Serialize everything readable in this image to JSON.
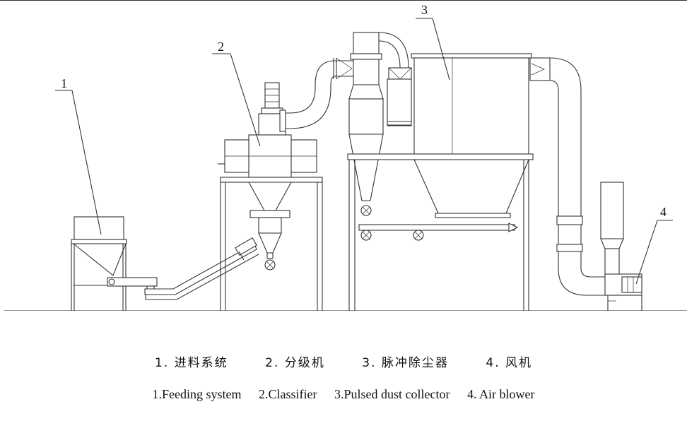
{
  "callouts": {
    "feeding": "1",
    "classifier": "2",
    "collector": "3",
    "blower": "4"
  },
  "caption_cn": [
    "1. 进料系统",
    "2. 分级机",
    "3. 脉冲除尘器",
    "4. 风机"
  ],
  "caption_en": [
    "1.Feeding system",
    "2.Classifier",
    "3.Pulsed dust collector",
    "4. Air blower"
  ]
}
